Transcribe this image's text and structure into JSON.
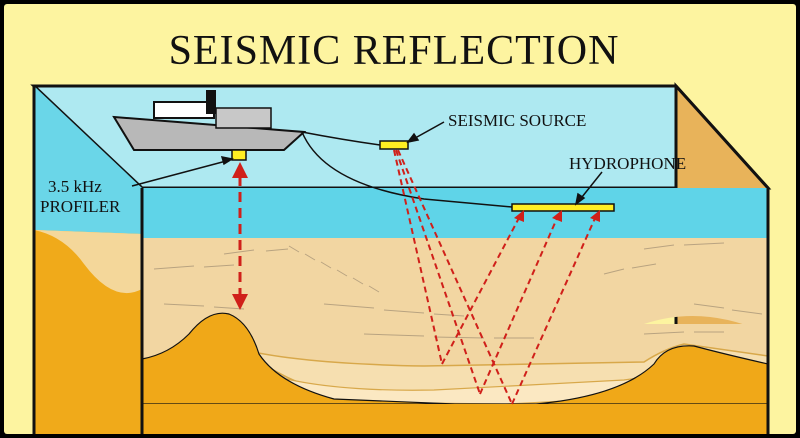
{
  "title": "SEISMIC  REFLECTION",
  "labels": {
    "seismic_source": "SEISMIC SOURCE",
    "hydrophone": "HYDROPHONE",
    "profiler_line1": "3.5 kHz",
    "profiler_line2": "PROFILER"
  },
  "colors": {
    "background": "#fdf4a0",
    "water_top": "#9ee6ef",
    "water_front": "#5bd3e6",
    "sediment": "#f2d9a4",
    "sediment_dark": "#e8b95a",
    "basement": "#f0aa1a",
    "ray": "#d0201a",
    "device": "#ffee22"
  },
  "icons": [
    "ship-icon"
  ]
}
